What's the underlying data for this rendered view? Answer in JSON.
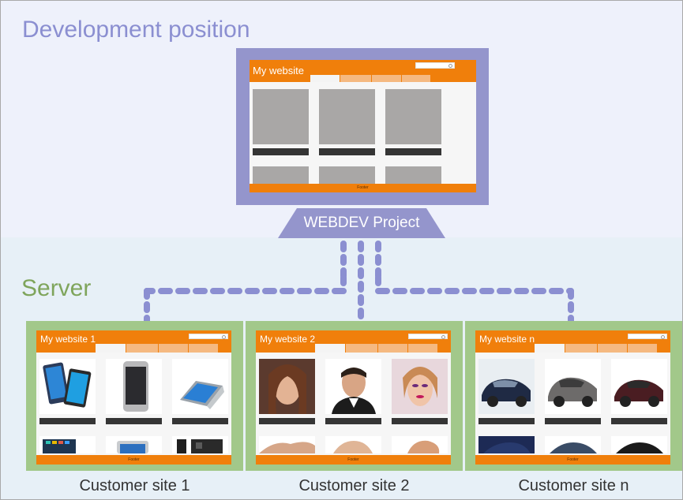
{
  "dev": {
    "title": "Development position"
  },
  "server": {
    "title": "Server"
  },
  "project": {
    "label": "WEBDEV Project"
  },
  "main_site": {
    "title": "My website",
    "footer": "Footer"
  },
  "customers": [
    {
      "site_title": "My website 1",
      "footer": "Footer",
      "caption": "Customer site 1",
      "theme": "devices"
    },
    {
      "site_title": "My website 2",
      "footer": "Footer",
      "caption": "Customer site 2",
      "theme": "portraits"
    },
    {
      "site_title": "My website n",
      "footer": "Footer",
      "caption": "Customer site n",
      "theme": "cars"
    }
  ],
  "colors": {
    "orange": "#f07f0b",
    "monitor": "#9495cc",
    "server_green": "#a2c88a",
    "connector": "#8b8fd1"
  }
}
